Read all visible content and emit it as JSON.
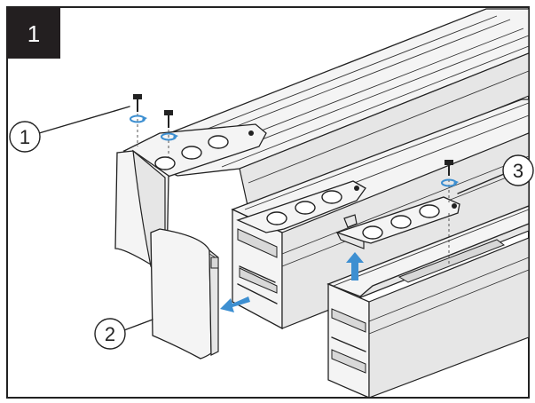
{
  "step": {
    "number": "1"
  },
  "callouts": [
    {
      "id": "callout-1",
      "label": "1"
    },
    {
      "id": "callout-2",
      "label": "2"
    },
    {
      "id": "callout-3",
      "label": "3"
    }
  ],
  "colors": {
    "badge_background": "#231f20",
    "arrow_blue": "#3d8fd1",
    "line": "#222222"
  },
  "icons": {
    "screw": "screw-icon",
    "rotate": "rotate-arrow-icon",
    "direction": "direction-arrow-icon"
  }
}
